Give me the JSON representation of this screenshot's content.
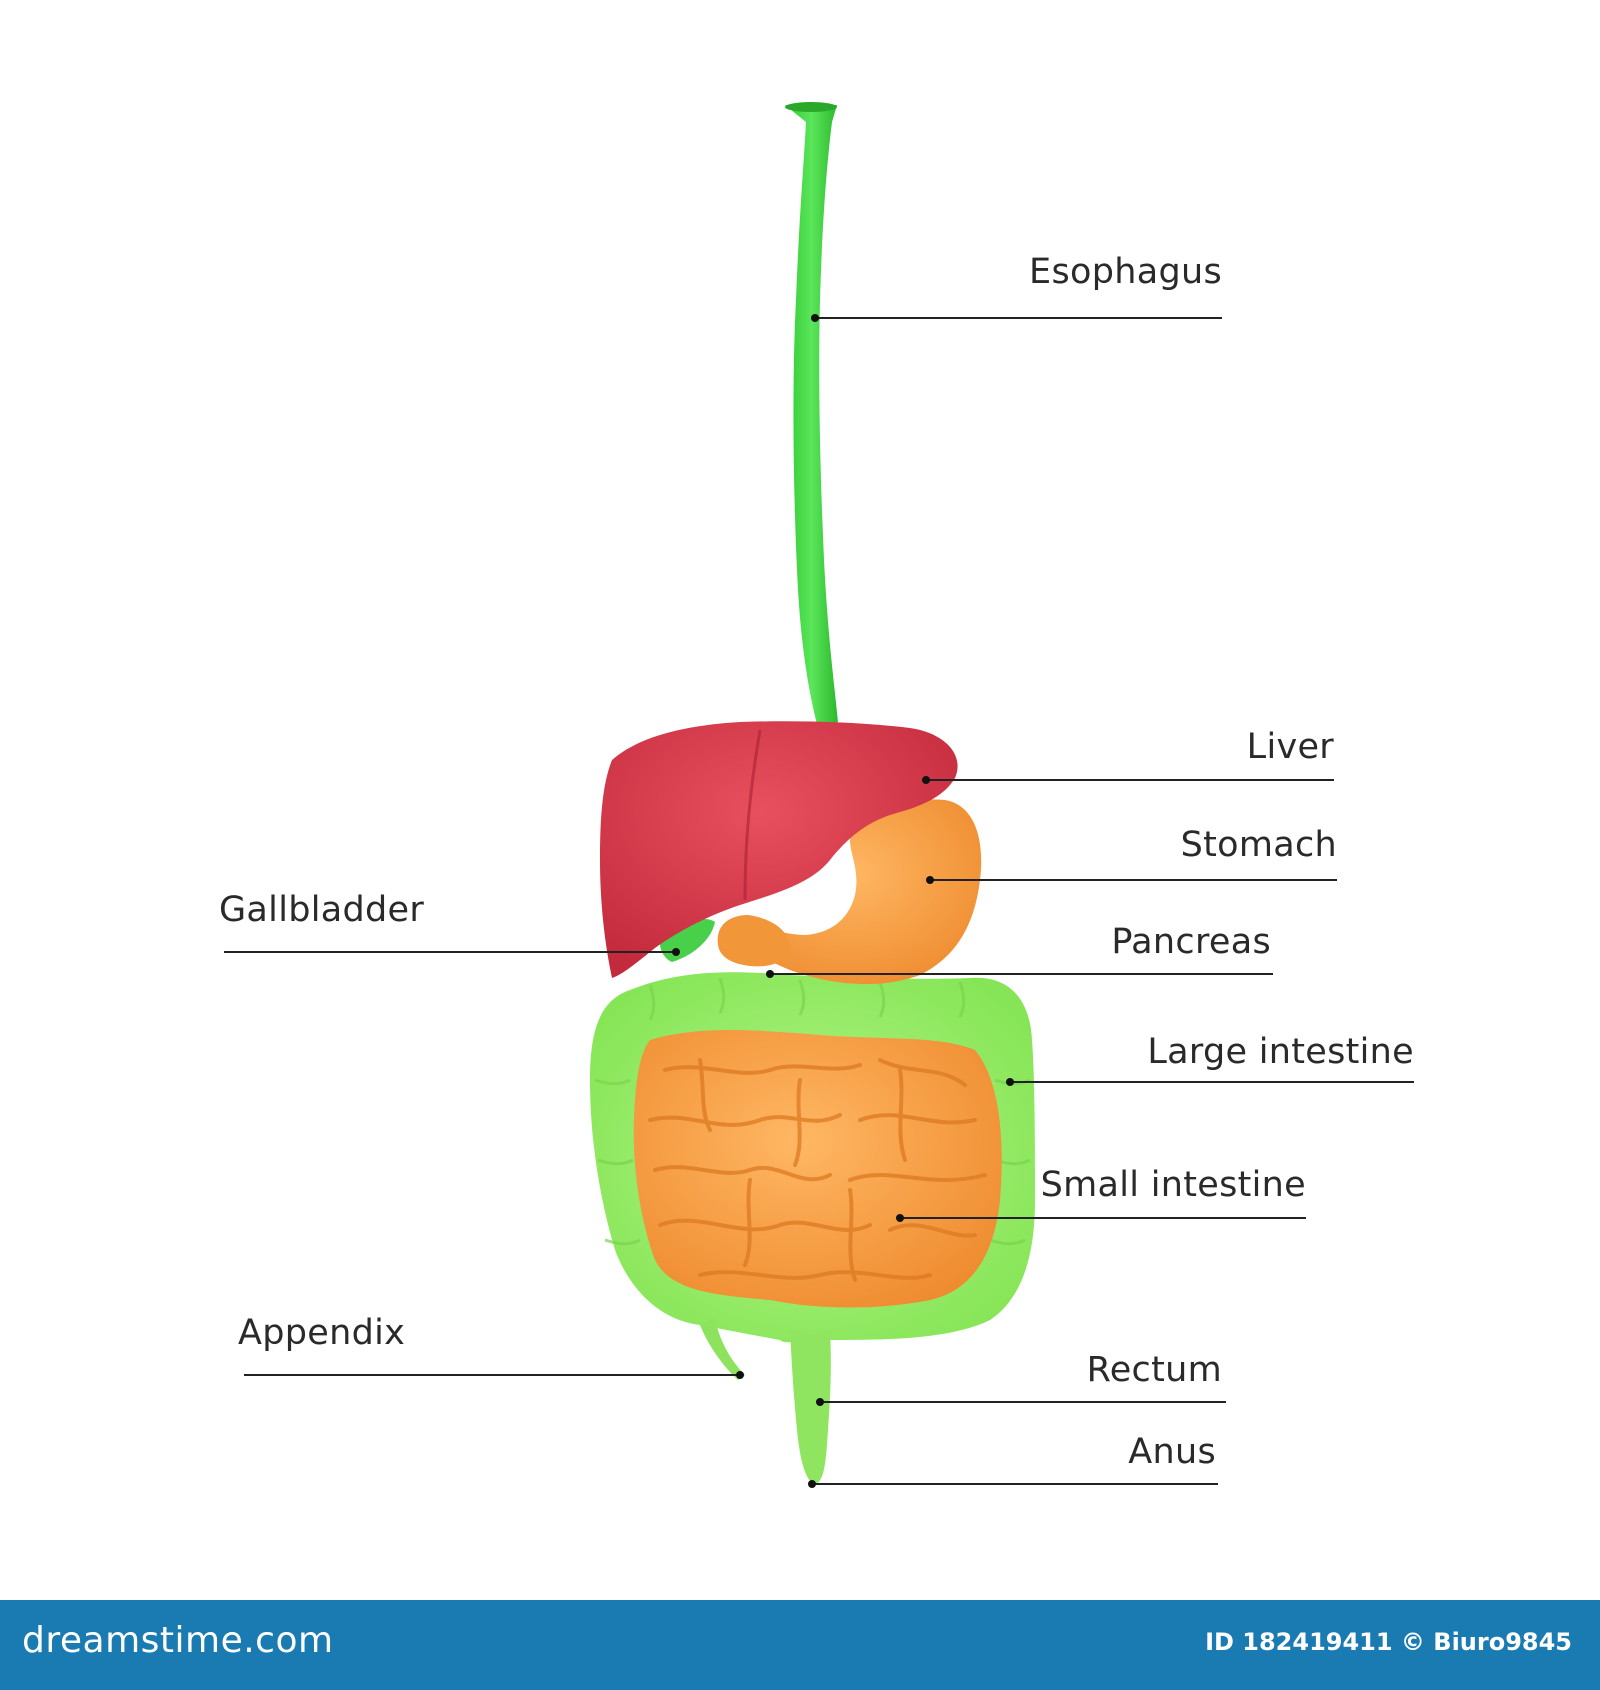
{
  "labels": {
    "esophagus": "Esophagus",
    "liver": "Liver",
    "stomach": "Stomach",
    "gallbladder": "Gallbladder",
    "pancreas": "Pancreas",
    "large_intestine": "Large intestine",
    "small_intestine": "Small intestine",
    "appendix": "Appendix",
    "rectum": "Rectum",
    "anus": "Anus"
  },
  "footer": {
    "brand": "dreamstime.com",
    "credit_id": "ID 182419411 © Biuro9845"
  },
  "colors": {
    "esophagus": "#3fdc3f",
    "liver": "#d8394b",
    "stomach": "#f7a24a",
    "small_intestine": "#f5a048",
    "large_intestine": "#9ff06c",
    "leader_line": "#222222",
    "footer_bg": "#1a7bb3"
  }
}
